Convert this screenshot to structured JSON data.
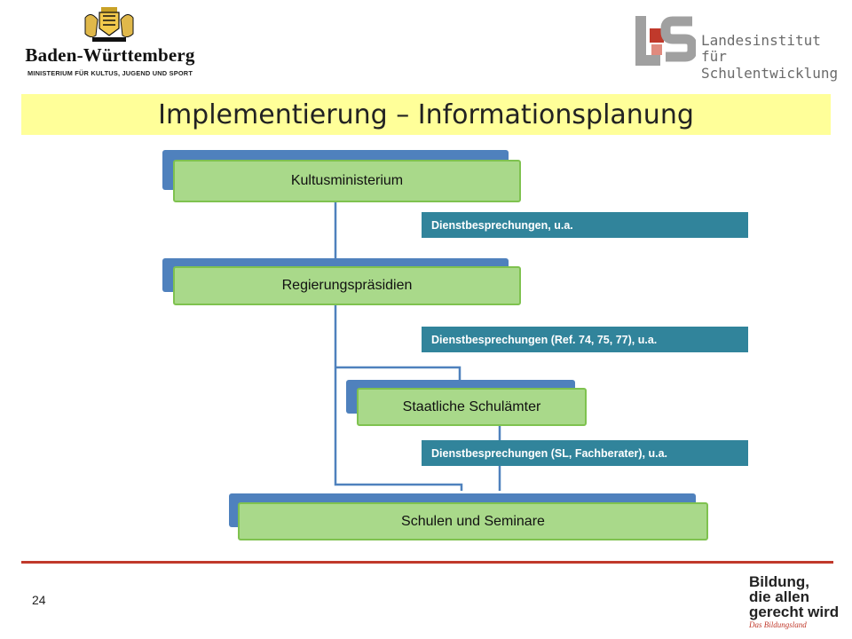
{
  "header": {
    "state_name": "Baden-Württemberg",
    "ministry": "MINISTERIUM FÜR KULTUS, JUGEND UND SPORT",
    "institute_line1": "Landesinstitut",
    "institute_line2": "für Schulentwicklung",
    "institute_logo_text": "LS"
  },
  "title": "Implementierung – Informationsplanung",
  "diagram": {
    "nodes": [
      {
        "label": "Kultusministerium"
      },
      {
        "label": "Regierungspräsidien"
      },
      {
        "label": "Staatliche Schulämter"
      },
      {
        "label": "Schulen und Seminare"
      }
    ],
    "notes": [
      {
        "label": "Dienstbesprechungen, u.a."
      },
      {
        "label": "Dienstbesprechungen (Ref. 74, 75, 77), u.a."
      },
      {
        "label": "Dienstbesprechungen (SL, Fachberater), u.a."
      }
    ]
  },
  "footer": {
    "page_number": "24",
    "slogan_line1": "Bildung,",
    "slogan_line2": "die allen",
    "slogan_line3": "gerecht wird",
    "slogan_tagline": "Das Bildungsland"
  },
  "colors": {
    "title_band": "#ffff99",
    "node_back": "#4f81bd",
    "node_front": "#a9d98a",
    "note": "#31849b",
    "footer_line": "#c0392b"
  }
}
